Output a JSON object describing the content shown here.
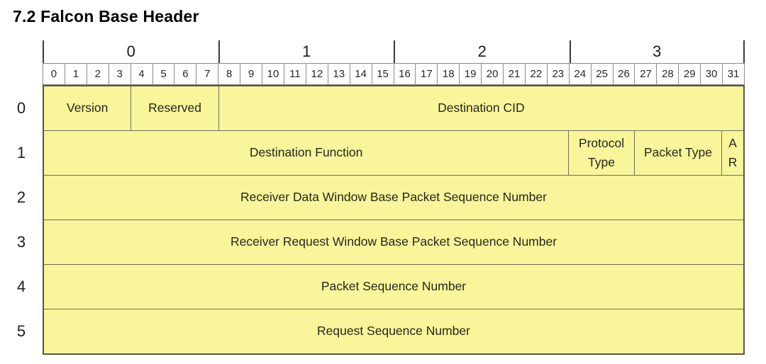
{
  "title": "7.2 Falcon Base Header",
  "scale": {
    "byte_labels": [
      "0",
      "1",
      "2",
      "3"
    ]
  },
  "bits": [
    "0",
    "1",
    "2",
    "3",
    "4",
    "5",
    "6",
    "7",
    "8",
    "9",
    "10",
    "11",
    "12",
    "13",
    "14",
    "15",
    "16",
    "17",
    "18",
    "19",
    "20",
    "21",
    "22",
    "23",
    "24",
    "25",
    "26",
    "27",
    "28",
    "29",
    "30",
    "31"
  ],
  "word_labels": [
    "0",
    "1",
    "2",
    "3",
    "4",
    "5"
  ],
  "rows": [
    {
      "fields": [
        {
          "label": "Version",
          "bits": 4
        },
        {
          "label": "Reserved",
          "bits": 4
        },
        {
          "label": "Destination CID",
          "bits": 24
        }
      ]
    },
    {
      "fields": [
        {
          "label": "Destination Function",
          "bits": 24
        },
        {
          "label": "Protocol Type",
          "bits": 3
        },
        {
          "label": "Packet Type",
          "bits": 4
        },
        {
          "label": "A R",
          "bits": 1
        }
      ]
    },
    {
      "fields": [
        {
          "label": "Receiver Data Window Base Packet Sequence Number",
          "bits": 32
        }
      ]
    },
    {
      "fields": [
        {
          "label": "Receiver Request Window Base Packet Sequence Number",
          "bits": 32
        }
      ]
    },
    {
      "fields": [
        {
          "label": "Packet Sequence Number",
          "bits": 32
        }
      ]
    },
    {
      "fields": [
        {
          "label": "Request Sequence Number",
          "bits": 32
        }
      ]
    }
  ],
  "colors": {
    "field_fill": "#f9f59b",
    "grid_line": "#6e6e5f",
    "outer_border": "#55554b",
    "bit_cell_border": "#8a8a8a",
    "tick": "#3a3a35",
    "text": "#26261c"
  }
}
